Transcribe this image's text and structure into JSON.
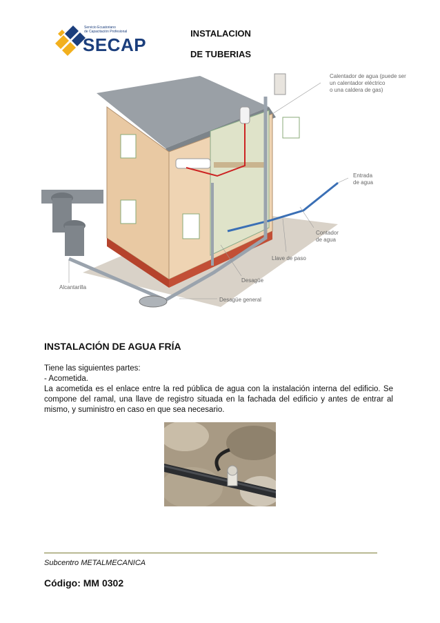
{
  "header": {
    "logo_small_line1": "Servicio Ecuatoriano",
    "logo_small_line2": "de Capacitación Profesional",
    "logo_word": "SECAP",
    "title_line1": "INSTALACION",
    "title_line2": "DE TUBERIAS"
  },
  "illustration": {
    "label_heater_1": "Calentador de agua (puede ser",
    "label_heater_2": "un calentador eléctrico",
    "label_heater_3": "o una caldera de gas)",
    "label_inlet_1": "Entrada",
    "label_inlet_2": "de agua",
    "label_meter_1": "Contador",
    "label_meter_2": "de agua",
    "label_valve": "Llave de paso",
    "label_drain": "Desagüe",
    "label_sewer": "Alcantarilla",
    "label_main_drain": "Desagüe general"
  },
  "section": {
    "title": "INSTALACIÓN DE AGUA FRÍA",
    "line1": "Tiene las siguientes partes:",
    "line2": "- Acometida.",
    "paragraph": "La acometida es el enlace entre la red pública de agua con la instalación interna del edificio. Se compone del ramal, una llave de registro situada en la fachada del edificio y antes de entrar al mismo, y suministro en caso en que sea necesario."
  },
  "footer": {
    "subcentro": "Subcentro METALMECANICA",
    "codigo": "Código: MM 0302"
  },
  "colors": {
    "logo_blue": "#1b3e7c",
    "logo_gold": "#f2b01e",
    "footer_rule": "#7b7b33"
  }
}
